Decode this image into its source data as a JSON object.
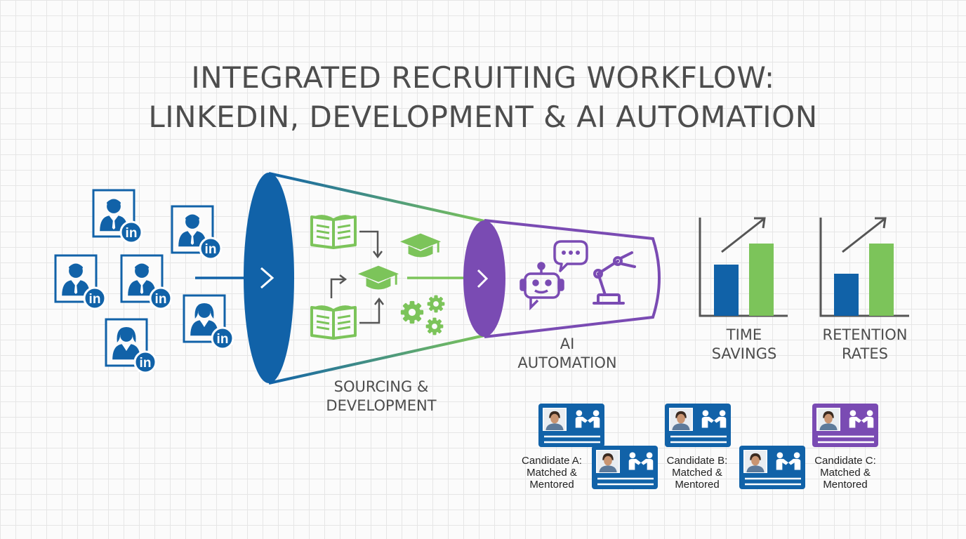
{
  "title": {
    "line1": "INTEGRATED RECRUITING WORKFLOW:",
    "line2": "LINKEDIN, DEVELOPMENT & AI AUTOMATION"
  },
  "badge_text": "in",
  "stages": {
    "sourcing": {
      "line1": "SOURCING &",
      "line2": "DEVELOPMENT"
    },
    "ai": {
      "line1": "AI",
      "line2": "AUTOMATION"
    }
  },
  "metrics": {
    "time": {
      "line1": "TIME",
      "line2": "SAVINGS"
    },
    "retention": {
      "line1": "RETENTION",
      "line2": "RATES"
    }
  },
  "candidates": [
    {
      "line1": "Candidate A:",
      "line2": "Matched &",
      "line3": "Mentored"
    },
    {
      "line1": "Candidate B:",
      "line2": "Matched &",
      "line3": "Mentored"
    },
    {
      "line1": "Candidate C:",
      "line2": "Matched &",
      "line3": "Mentored"
    }
  ],
  "colors": {
    "blue": "#1162a8",
    "green": "#7cc45a",
    "purple": "#7a4bb3",
    "text": "#4d4d4d",
    "arrow_gray": "#555555"
  }
}
